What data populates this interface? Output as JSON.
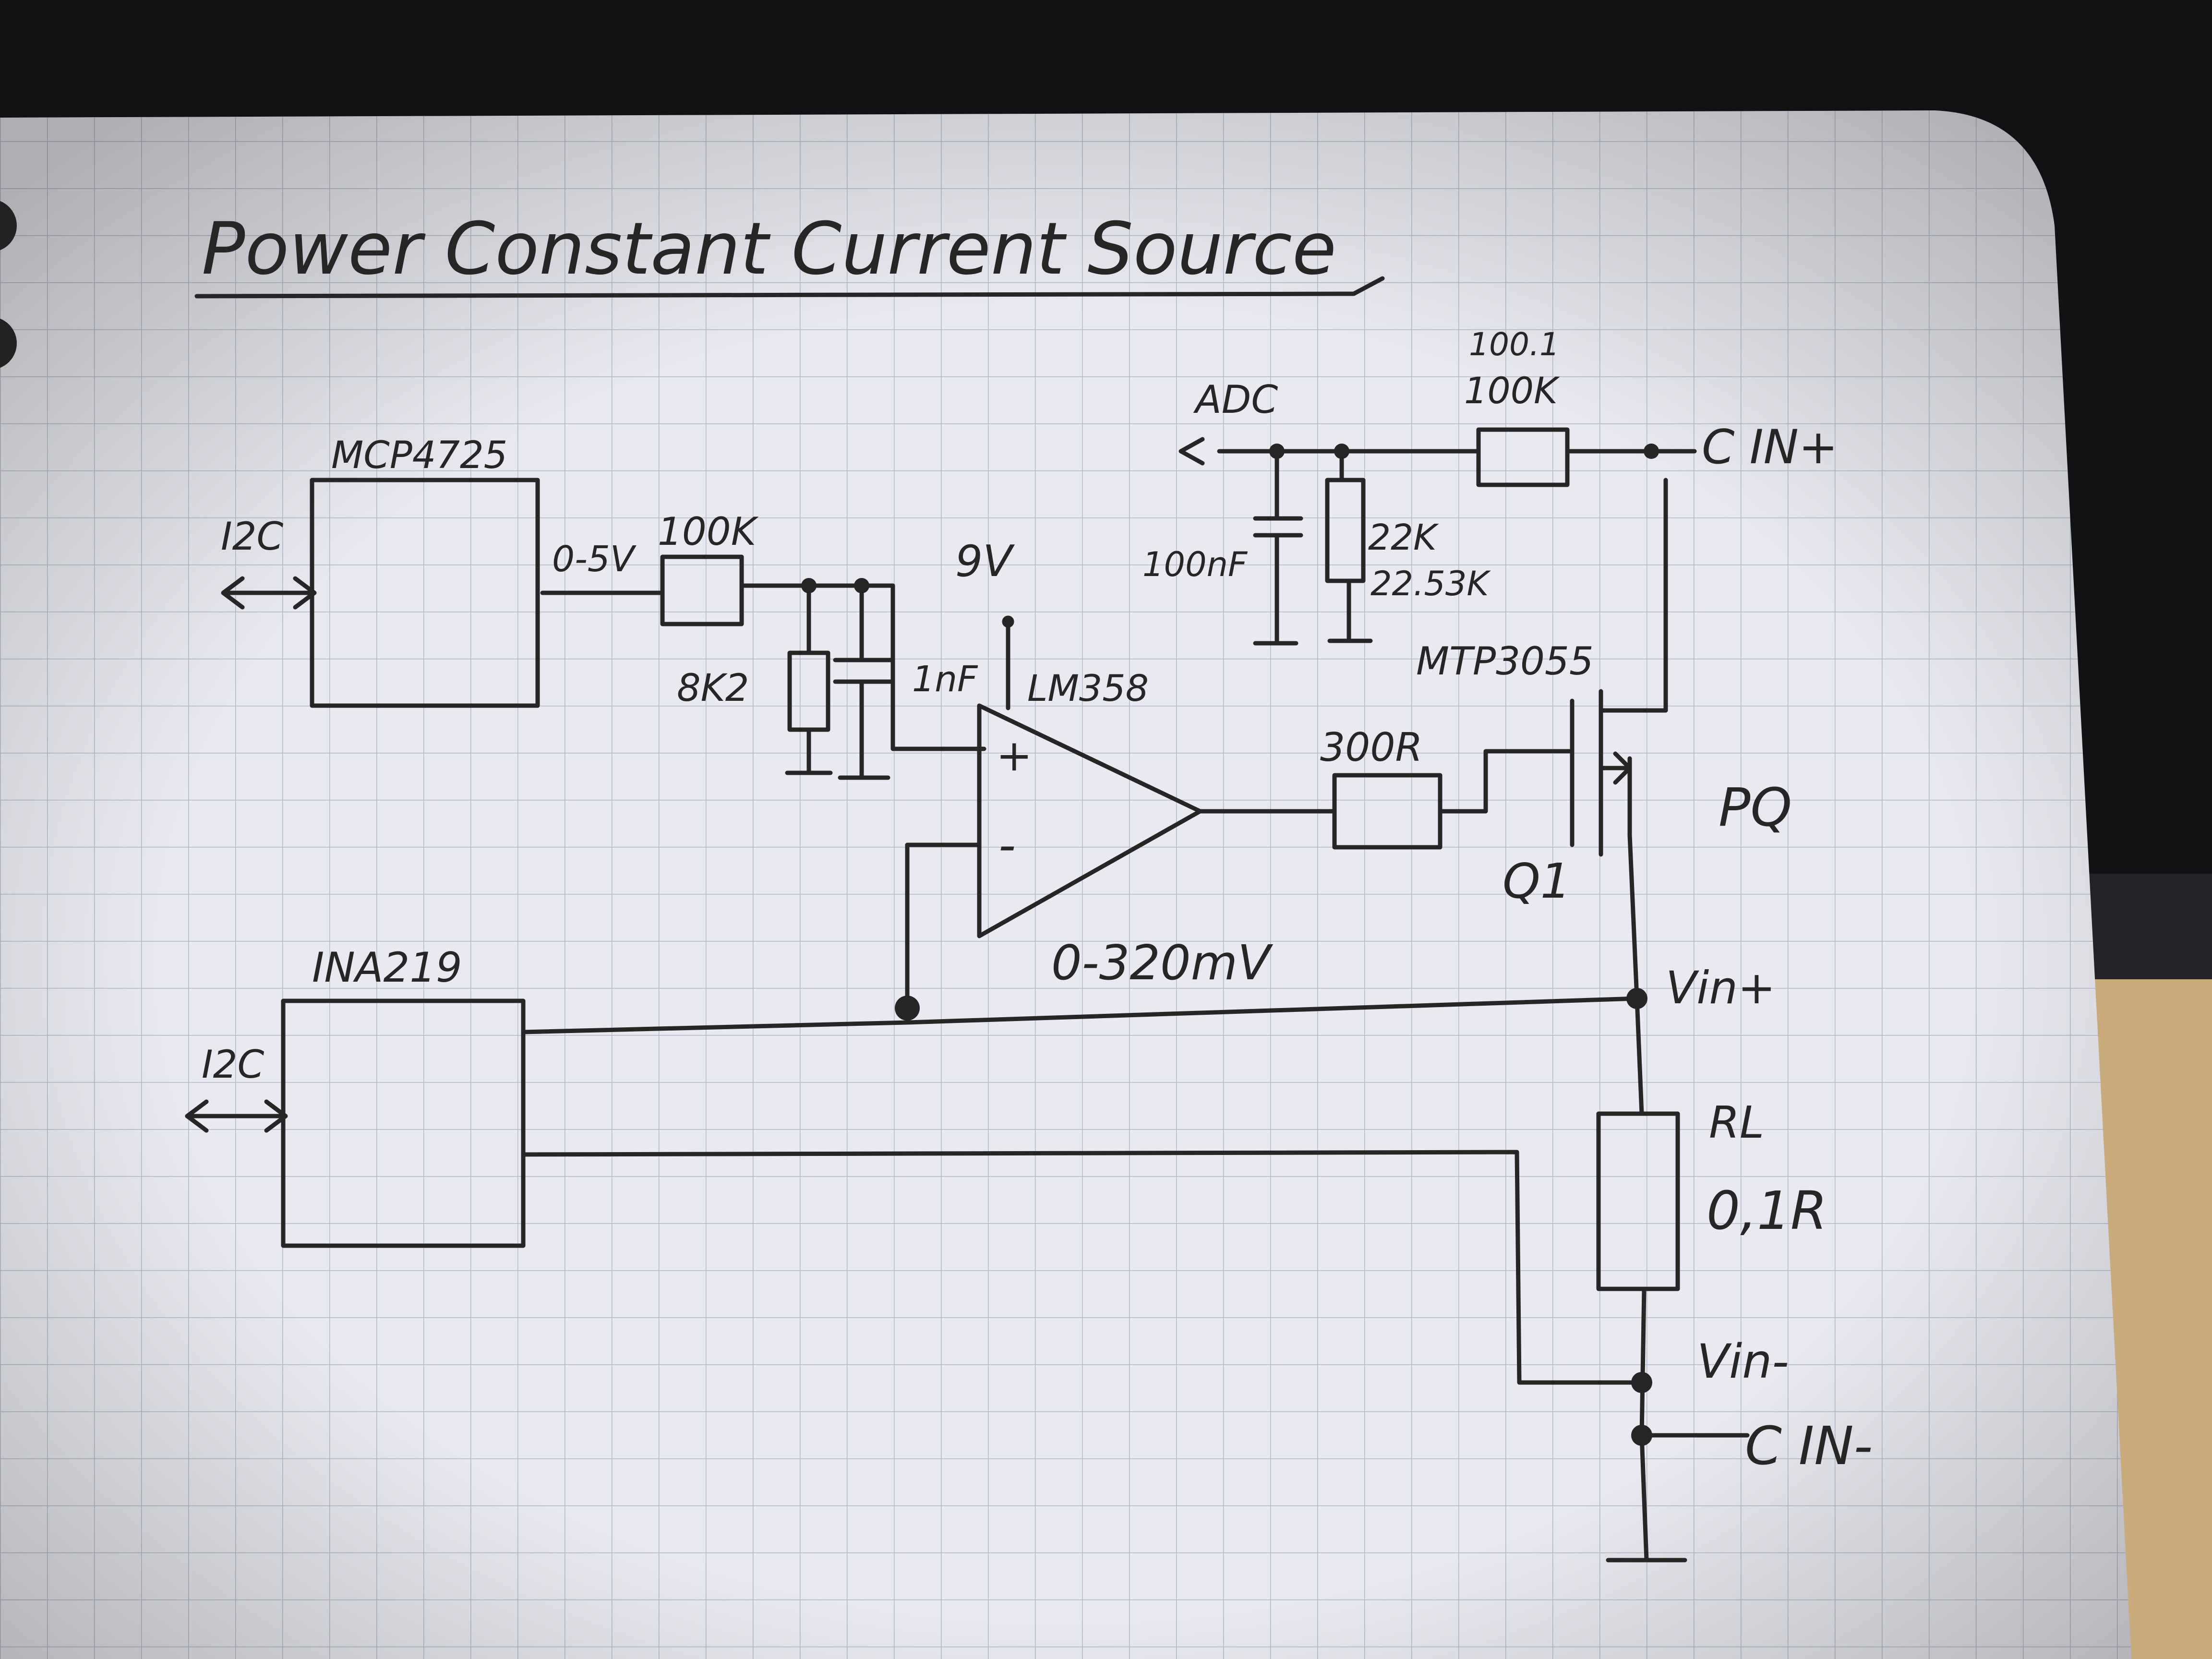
{
  "title": "Power Constant Current Source",
  "components": {
    "dac": {
      "name": "MCP4725",
      "bus": "I2C",
      "output_label": "0-5V"
    },
    "input_resistor": {
      "value": "100K"
    },
    "filter_resistor": {
      "value": "8K2"
    },
    "filter_capacitor": {
      "value": "1nF"
    },
    "opamp": {
      "name": "LM358",
      "supply": "9V",
      "plus": "+",
      "minus": "-"
    },
    "gate_resistor": {
      "value": "300R"
    },
    "mosfet": {
      "name": "MTP3055",
      "designator": "Q1",
      "power_label": "PQ"
    },
    "adc": {
      "label": "ADC"
    },
    "adc_capacitor": {
      "value": "100nF"
    },
    "adc_divider_low": {
      "value": "22K",
      "measured": "22.53K"
    },
    "adc_divider_high": {
      "value": "100K",
      "measured": "100.1"
    },
    "current_monitor": {
      "name": "INA219",
      "bus": "I2C"
    },
    "sense_label": "0-320mV",
    "shunt": {
      "designator": "RL",
      "value": "0,1R"
    }
  },
  "terminals": {
    "cin_plus": "C IN+",
    "cin_minus": "C IN-",
    "vin_plus": "Vin+",
    "vin_minus": "Vin-"
  }
}
